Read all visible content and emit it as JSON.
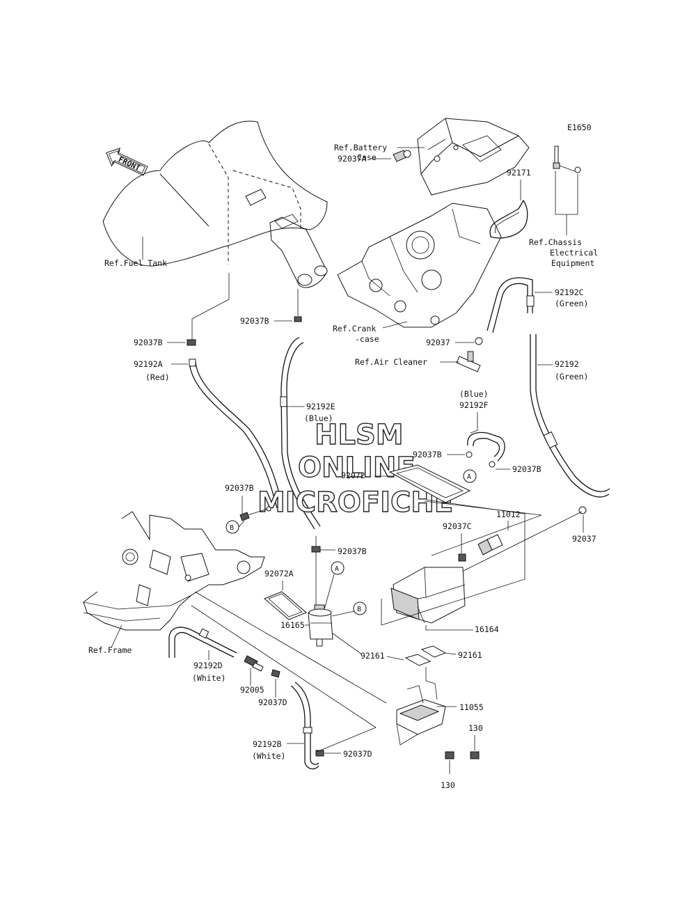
{
  "diagram_code": "E1650",
  "front_label": "FRONT",
  "watermark": {
    "line1": "HLSM",
    "line2": "ONLINE",
    "line3": "MICROFICHE"
  },
  "refs": {
    "battery_case": [
      "Ref.Battery",
      "Case"
    ],
    "chassis": [
      "Ref.Chassis",
      "Electrical",
      "Equipment"
    ],
    "fuel_tank": "Ref.Fuel Tank",
    "crankcase": [
      "Ref.Crank",
      "-case"
    ],
    "air_cleaner": "Ref.Air Cleaner",
    "frame": "Ref.Frame"
  },
  "parts": {
    "p92037A": "92037A",
    "p92171": "92171",
    "p92192C": "92192C",
    "p92192C_color": "(Green)",
    "p92037_top": "92037",
    "p92037B_tank": "92037B",
    "p92037B_left": "92037B",
    "p92192A": "92192A",
    "p92192A_color": "(Red)",
    "p92192": "92192",
    "p92192_color": "(Green)",
    "p92192E": "92192E",
    "p92192E_color": "(Blue)",
    "p92192F_color": "(Blue)",
    "p92192F": "92192F",
    "p92037B_f1": "92037B",
    "p92037B_f2": "92037B",
    "p92072": "92072",
    "p92037B_b": "92037B",
    "p92037_right": "92037",
    "p92037C": "92037C",
    "p11012": "11012",
    "p92037B_mid": "92037B",
    "p92072A": "92072A",
    "p16165": "16165",
    "p16164": "16164",
    "p92161_l": "92161",
    "p92161_r": "92161",
    "p11055": "11055",
    "p92192D": "92192D",
    "p92192D_color": "(White)",
    "p92005": "92005",
    "p92037D_1": "92037D",
    "p92192B": "92192B",
    "p92192B_color": "(White)",
    "p92037D_2": "92037D",
    "p130_a": "130",
    "p130_b": "130"
  },
  "markers": {
    "A": "A",
    "B": "B"
  }
}
